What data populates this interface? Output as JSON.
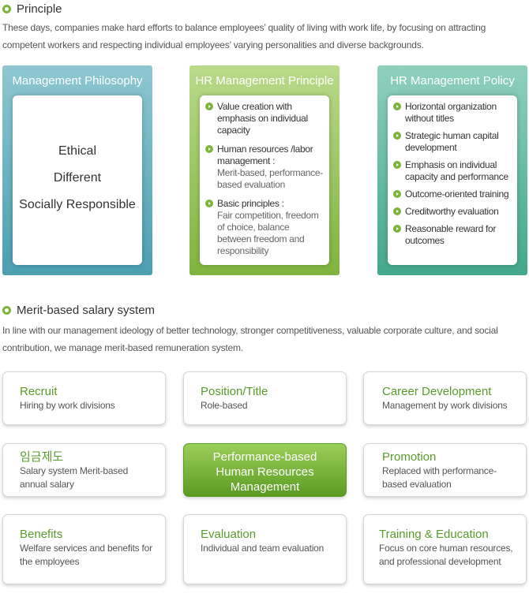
{
  "principle": {
    "title": "Principle",
    "text": "These days, companies make hard efforts to balance employees’ quality of living with work life, by focusing on attracting competent workers and respecting individual employees’ varying personalities and diverse backgrounds."
  },
  "philosophy": {
    "title": "Management Philosophy",
    "items": [
      "Ethical",
      "Different",
      "Socially Responsible"
    ]
  },
  "hr_principle": {
    "title": "HR Management Principle",
    "items": [
      {
        "main": "Value creation with emphasis on individual capacity",
        "sub": ""
      },
      {
        "main": "Human resources /labor management :",
        "sub": "Merit-based, performance-based evaluation"
      },
      {
        "main": "Basic principles :",
        "sub": "Fair competition, freedom of choice, balance between freedom and responsibility"
      }
    ]
  },
  "hr_policy": {
    "title": "HR Management Policy",
    "items": [
      "Horizontal organization without titles",
      "Strategic human capital development",
      "Emphasis on individual capacity and performance",
      "Outcome-oriented training",
      "Creditworthy evaluation",
      "Reasonable reward for outcomes"
    ]
  },
  "merit": {
    "title": "Merit-based salary system",
    "text": "In line with our management ideology of better technology, stronger competitiveness, valuable corporate culture, and social contribution, we manage merit-based remuneration system."
  },
  "cards": {
    "recruit": {
      "title": "Recruit",
      "desc": "Hiring by work divisions"
    },
    "position": {
      "title": "Position/Title",
      "desc": "Role-based"
    },
    "career": {
      "title": "Career Development",
      "desc": "Management by work divisions"
    },
    "salary": {
      "title": "임금제도",
      "desc": "Salary system Merit-based annual salary"
    },
    "center": {
      "line1": "Performance-based",
      "line2": "Human Resources",
      "line3": "Management"
    },
    "promotion": {
      "title": "Promotion",
      "desc": "Replaced with performance-based evaluation"
    },
    "benefits": {
      "title": "Benefits",
      "desc": "Welfare services and benefits for the employees"
    },
    "evaluation": {
      "title": "Evaluation",
      "desc": "Individual and team evaluation"
    },
    "training": {
      "title": "Training & Education",
      "desc": "Focus on core human resources, and professional development"
    }
  },
  "colors": {
    "accent_green": "#7cb43b",
    "teal": "#4b9fb0",
    "mint": "#43a78c"
  }
}
